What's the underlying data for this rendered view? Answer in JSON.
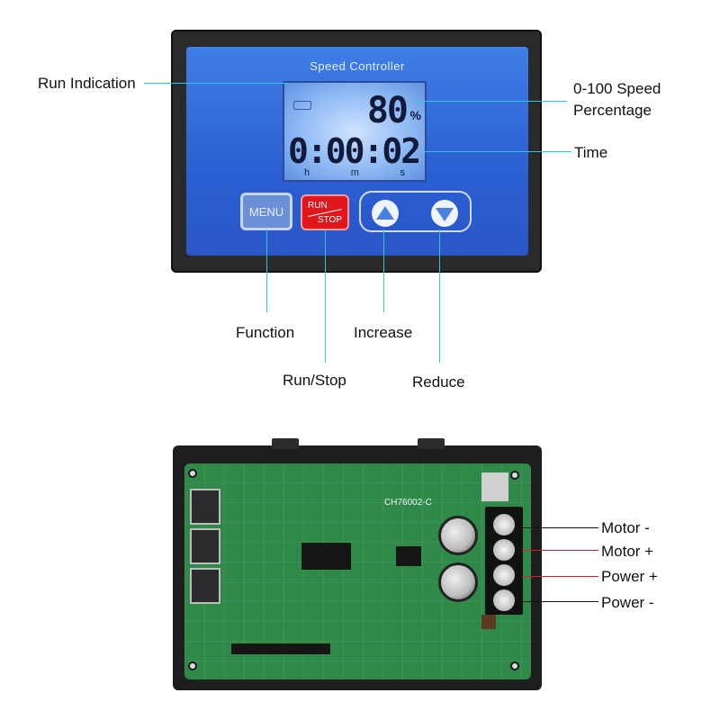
{
  "front": {
    "title": "Speed Controller",
    "display": {
      "speed": "80",
      "percent_sign": "%",
      "time": "0:00:02",
      "units": [
        "h",
        "m",
        "s"
      ]
    },
    "buttons": {
      "menu": "MENU",
      "run": "RUN",
      "stop": "STOP"
    }
  },
  "callouts": {
    "run_indication": "Run Indication",
    "speed_percentage_line1": "0-100 Speed",
    "speed_percentage_line2": "Percentage",
    "time": "Time",
    "function": "Function",
    "run_stop": "Run/Stop",
    "increase": "Increase",
    "reduce": "Reduce"
  },
  "back": {
    "board_id": "CH76002-C",
    "terminals": [
      "Motor -",
      "Motor +",
      "Power +",
      "Power -"
    ]
  },
  "colors": {
    "callout_line": "#2fc4e0",
    "positive_line": "#d81f2a",
    "negative_line": "#111111"
  }
}
